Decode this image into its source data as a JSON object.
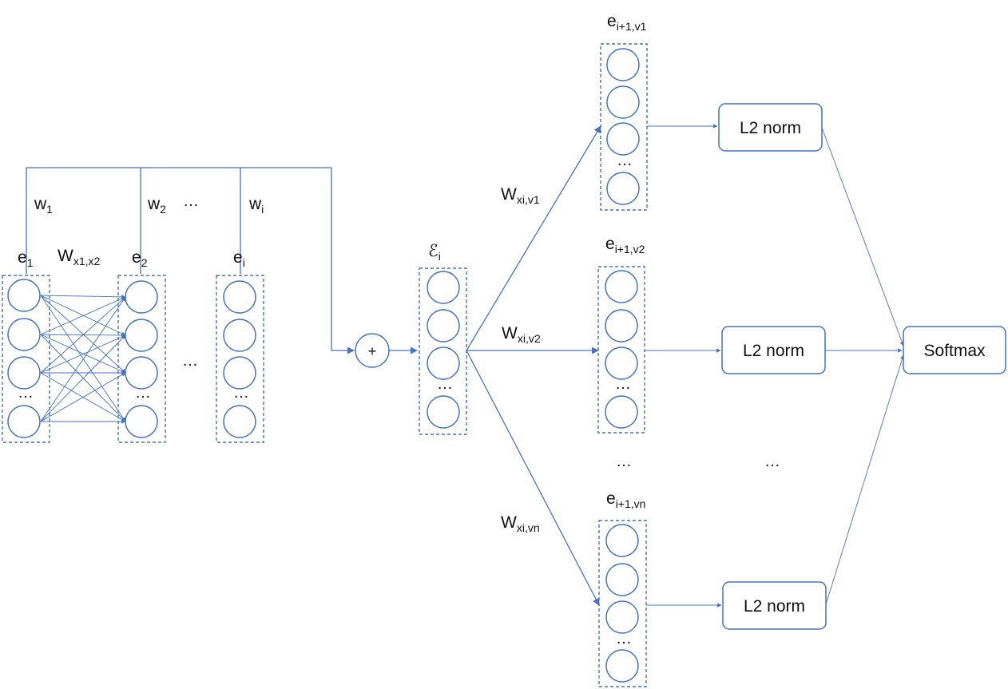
{
  "colors": {
    "accent": "#4472C4",
    "text": "#111111"
  },
  "labels": {
    "e1": "e",
    "e1_sub": "1",
    "e2": "e",
    "e2_sub": "2",
    "ei": "e",
    "ei_sub": "i",
    "w1": "w",
    "w1_sub": "1",
    "w2": "w",
    "w2_sub": "2",
    "wi": "w",
    "wi_sub": "i",
    "wdots": "…",
    "Wx1x2": "W",
    "Wx1x2_sub": "x1,x2",
    "eps": "ℰ",
    "eps_sub": "i",
    "plus": "+",
    "ev1": "e",
    "ev1_sub": "i+1,v1",
    "ev2": "e",
    "ev2_sub": "i+1,v2",
    "evn": "e",
    "evn_sub": "i+1,vn",
    "Wv1": "W",
    "Wv1_sub": "xi,v1",
    "Wv2": "W",
    "Wv2_sub": "xi,v2",
    "Wvn": "W",
    "Wvn_sub": "xi,vn",
    "col_dots": "…",
    "mid_dots": "…",
    "branch_dots": "…",
    "norm_dots": "…"
  },
  "boxes": {
    "l2_1": "L2 norm",
    "l2_2": "L2 norm",
    "l2_3": "L2 norm",
    "softmax": "Softmax"
  }
}
